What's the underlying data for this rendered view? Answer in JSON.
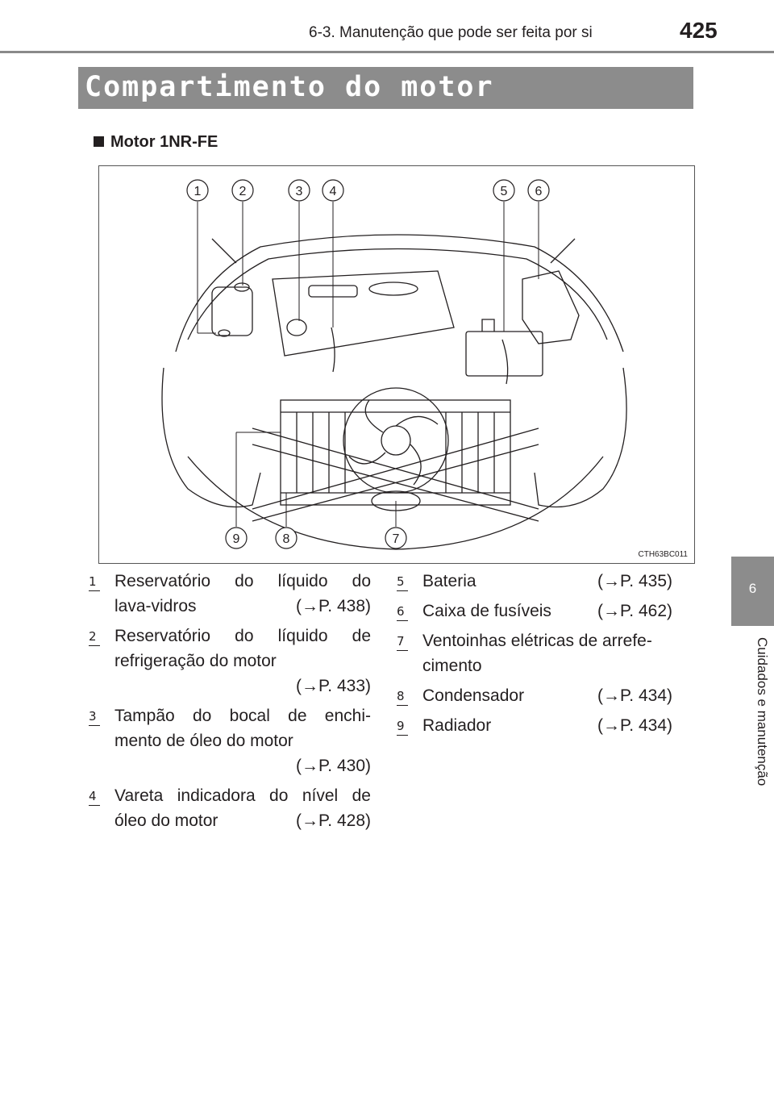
{
  "header": {
    "section": "6-3. Manutenção que pode ser feita por si",
    "page_number": "425"
  },
  "title": "Compartimento do motor",
  "subheading": "Motor 1NR-FE",
  "figure": {
    "code": "CTH63BC011",
    "callouts": [
      "1",
      "2",
      "3",
      "4",
      "5",
      "6",
      "7",
      "8",
      "9"
    ]
  },
  "side_tab": {
    "chapter": "6",
    "label": "Cuidados e manutenção"
  },
  "legend": {
    "item1": {
      "num": "1",
      "line1": "Reservatório do líquido do",
      "line2": "lava-vidros",
      "ref": "(→P. 438)"
    },
    "item2": {
      "num": "2",
      "line1": "Reservatório do líquido de",
      "line2": "refrigeração do motor",
      "ref": "(→P. 433)"
    },
    "item3": {
      "num": "3",
      "line1": "Tampão do bocal de enchi-",
      "line2": "mento de óleo do motor",
      "ref": "(→P. 430)"
    },
    "item4": {
      "num": "4",
      "line1": "Vareta indicadora do nível de",
      "line2": "óleo do motor",
      "ref": "(→P. 428)"
    },
    "item5": {
      "num": "5",
      "text": "Bateria",
      "ref": "(→P. 435)"
    },
    "item6": {
      "num": "6",
      "text": "Caixa de fusíveis",
      "ref": "(→P. 462)"
    },
    "item7": {
      "num": "7",
      "line1": "Ventoinhas elétricas de arrefe-",
      "line2": "cimento"
    },
    "item8": {
      "num": "8",
      "text": "Condensador",
      "ref": "(→P. 434)"
    },
    "item9": {
      "num": "9",
      "text": "Radiador",
      "ref": "(→P. 434)"
    }
  }
}
